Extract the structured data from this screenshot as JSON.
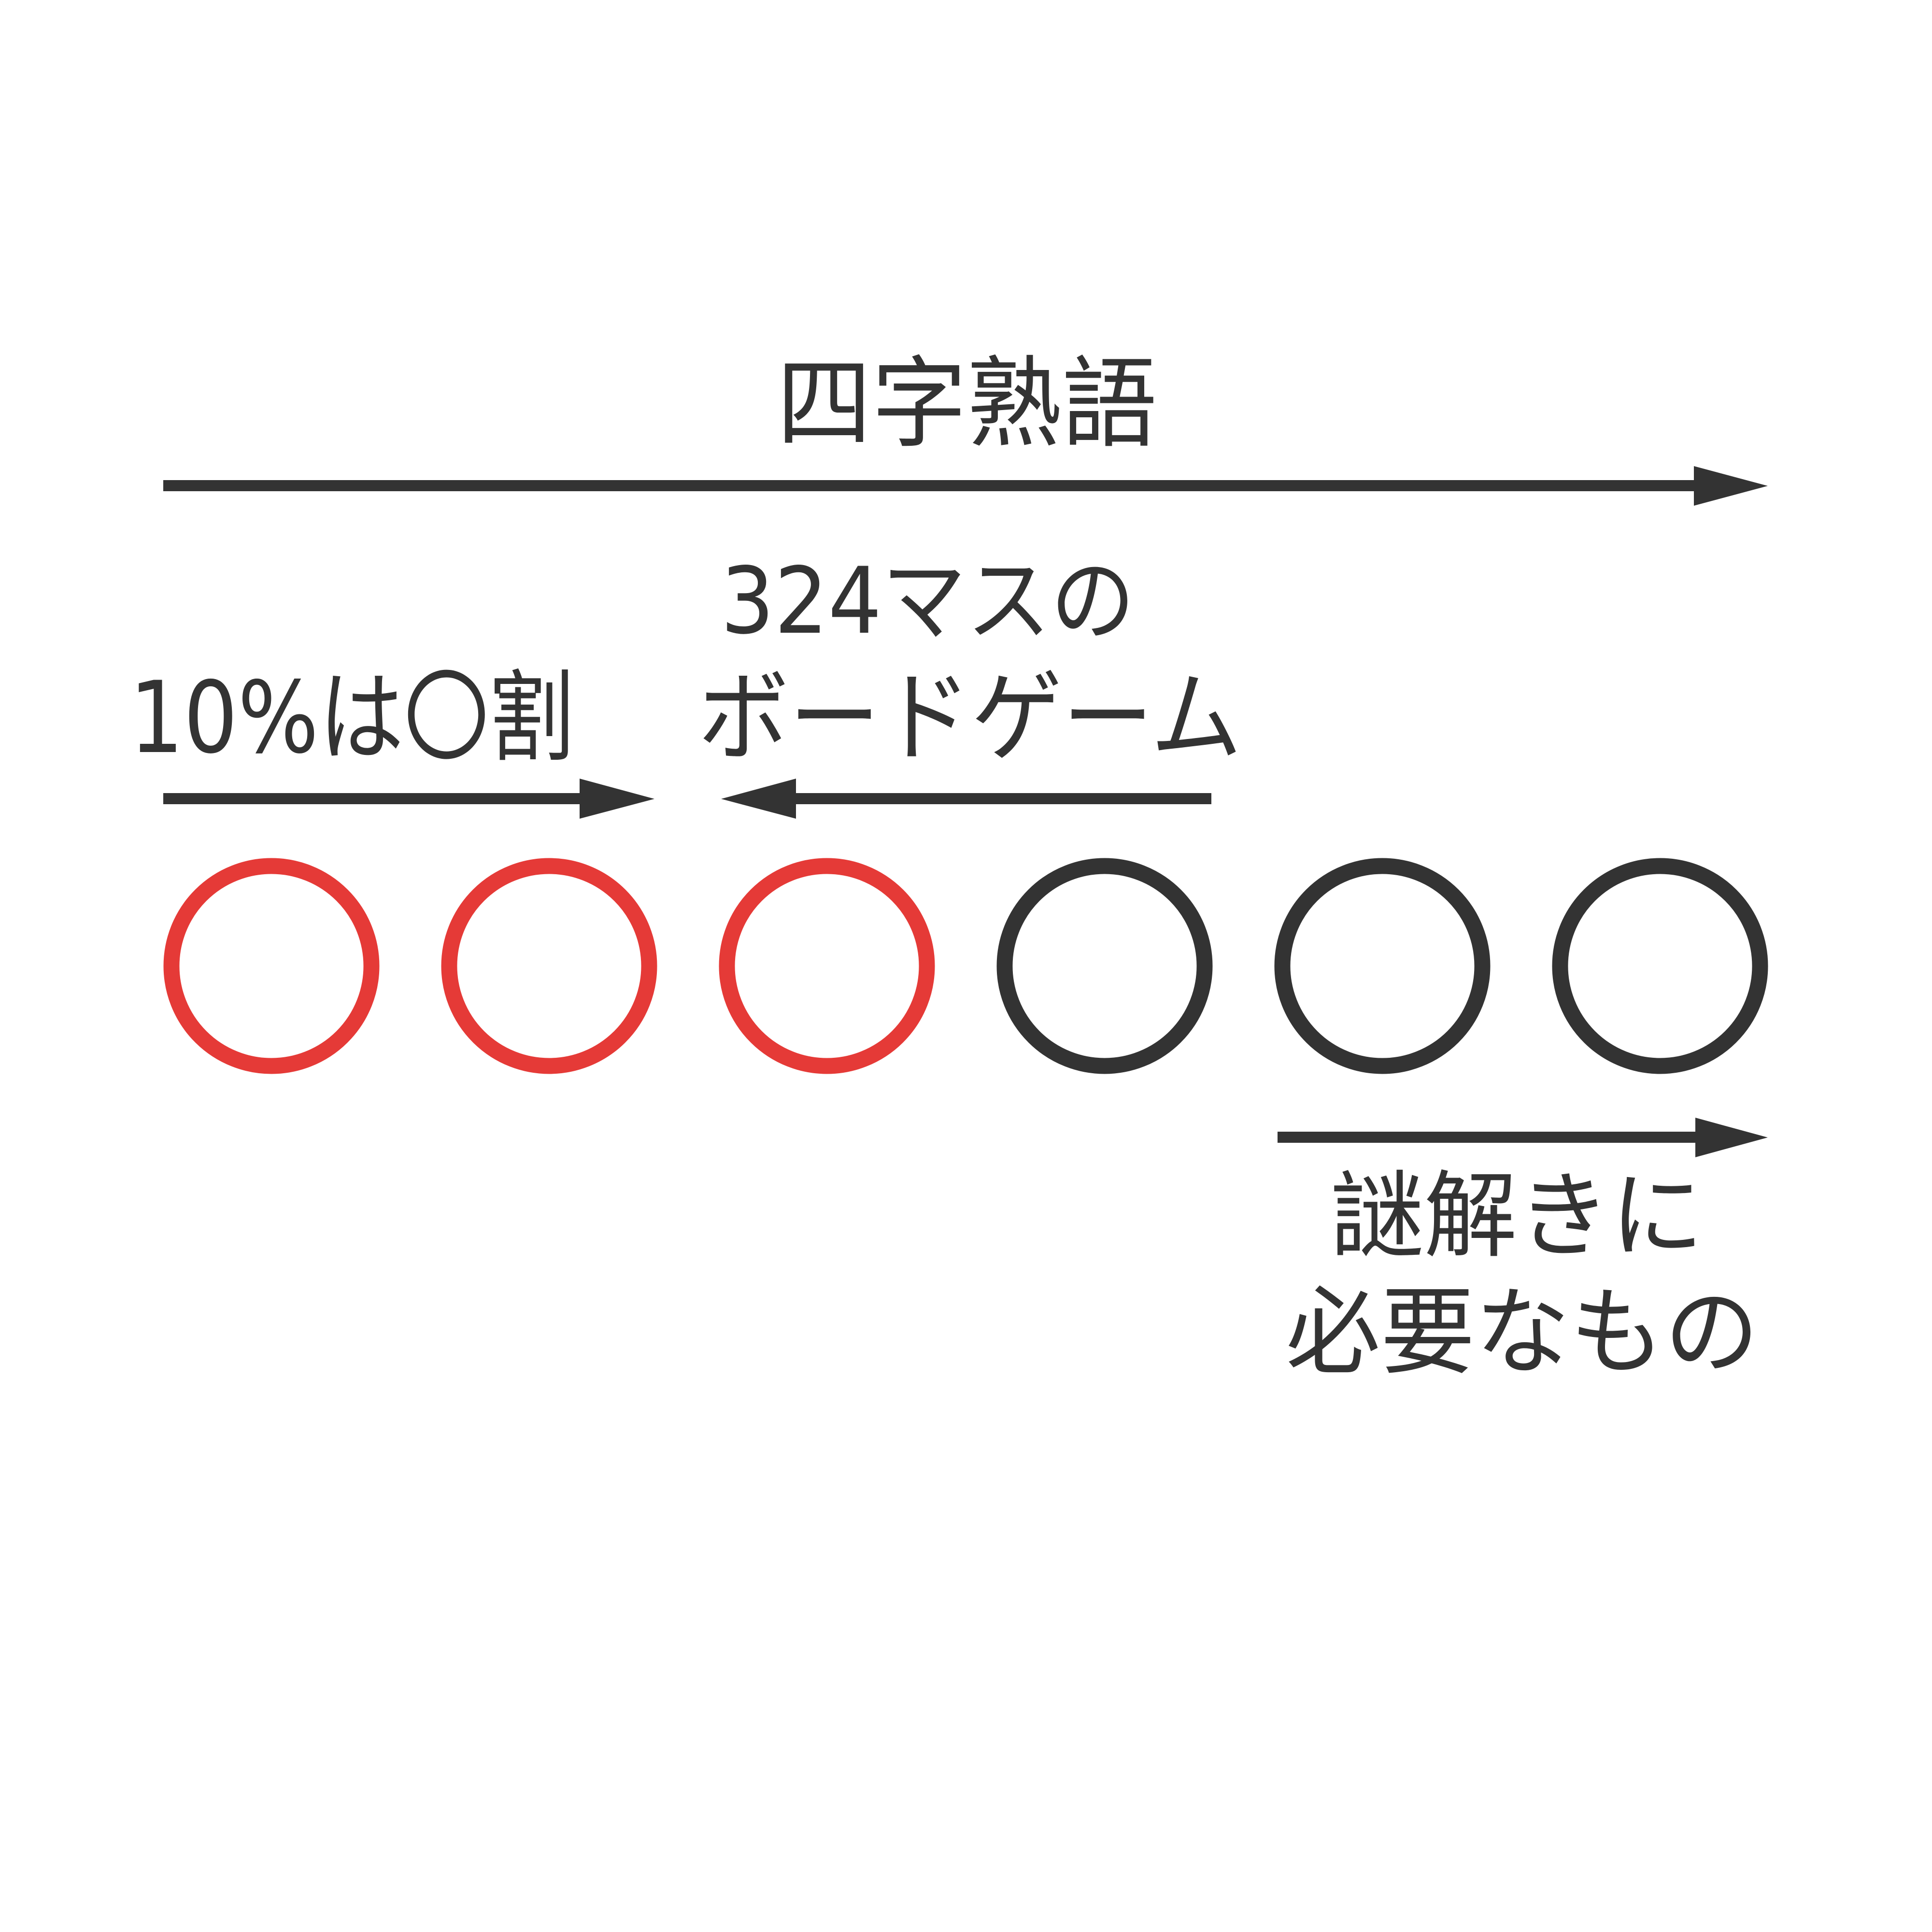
{
  "puzzle": {
    "clues": {
      "across_top": {
        "text": "四字熟語",
        "direction": "right",
        "covers": "squares 1-6"
      },
      "upper_middle_line1": {
        "text": "324マスの"
      },
      "upper_middle_line2": {
        "text": "ボードゲーム",
        "direction": "left",
        "covers": "squares 3-1 (reading from square 3 back)"
      },
      "upper_left": {
        "text": "10%は〇割",
        "direction": "right",
        "covers": "squares 1-2"
      },
      "lower_right_line1": {
        "text": "謎解きに"
      },
      "lower_right_line2": {
        "text": "必要なもの",
        "direction": "right",
        "covers": "squares 4-6"
      }
    },
    "squares": [
      {
        "index": 1,
        "symbol": "〇",
        "color": "#E53A37",
        "highlighted": true
      },
      {
        "index": 2,
        "symbol": "〇",
        "color": "#E53A37",
        "highlighted": true
      },
      {
        "index": 3,
        "symbol": "〇",
        "color": "#E53A37",
        "highlighted": true
      },
      {
        "index": 4,
        "symbol": "〇",
        "color": "#333333",
        "highlighted": false
      },
      {
        "index": 5,
        "symbol": "〇",
        "color": "#333333",
        "highlighted": false
      },
      {
        "index": 6,
        "symbol": "〇",
        "color": "#333333",
        "highlighted": false
      }
    ],
    "arrows": [
      {
        "id": "arrow-top",
        "direction": "right",
        "icon": "arrow-right-icon"
      },
      {
        "id": "arrow-left-pair",
        "direction": "right",
        "icon": "arrow-right-icon"
      },
      {
        "id": "arrow-middle-pair",
        "direction": "left",
        "icon": "arrow-left-icon"
      },
      {
        "id": "arrow-bottom",
        "direction": "right",
        "icon": "arrow-right-icon"
      }
    ]
  },
  "colors": {
    "ink": "#333333",
    "accent_red": "#E53A37",
    "background": "#FFFFFF"
  }
}
